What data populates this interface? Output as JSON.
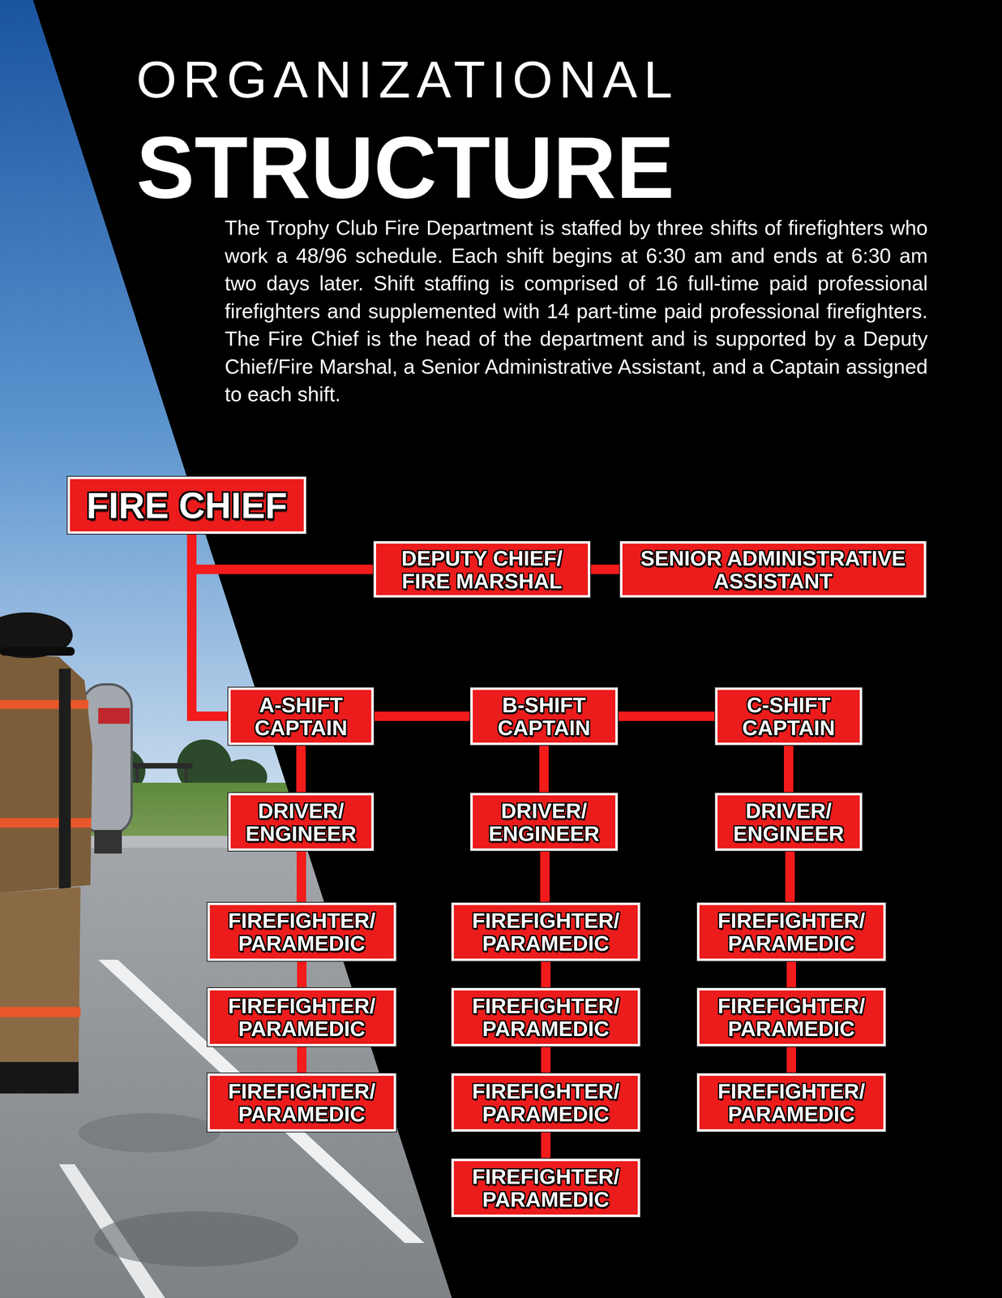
{
  "diagram": {
    "title": "ORGANIZATIONAL STRUCTURE",
    "nodes": [
      {
        "text": [
          "FIRE CHIEF"
        ]
      },
      {
        "text": [
          "DEPUTY CHIEF/ FIRE MARSHAL"
        ]
      },
      {
        "text": [
          "SENIOR ADMINISTRATIVE ASSISTANT"
        ]
      },
      {
        "text": [
          "A-SHIFT CAPTAIN"
        ]
      },
      {
        "text": [
          "B-SHIFT CAPTAIN"
        ]
      },
      {
        "text": [
          "C-SHIFT CAPTAIN"
        ]
      },
      {
        "text": [
          "DRIVER/ ENGINEER"
        ]
      },
      {
        "text": [
          "DRIVER/ ENGINEER"
        ]
      },
      {
        "text": [
          "DRIVER/ ENGINEER"
        ]
      },
      {
        "text": [
          "FIREFIGHTER/ PARAMEDIC"
        ]
      },
      {
        "text": [
          "FIREFIGHTER/ PARAMEDIC"
        ]
      },
      {
        "text": [
          "FIREFIGHTER/ PARAMEDIC"
        ]
      },
      {
        "text": [
          "FIREFIGHTER/ PARAMEDIC"
        ]
      },
      {
        "text": [
          "FIREFIGHTER/ PARAMEDIC"
        ]
      },
      {
        "text": [
          "FIREFIGHTER/ PARAMEDIC"
        ]
      },
      {
        "text": [
          "FIREFIGHTER/ PARAMEDIC"
        ]
      },
      {
        "text": [
          "FIREFIGHTER/ PARAMEDIC"
        ]
      },
      {
        "text": [
          "FIREFIGHTER/ PARAMEDIC"
        ]
      },
      {
        "text": [
          "FIREFIGHTER/ PARAMEDIC"
        ]
      }
    ],
    "edges": [
      {
        "from": 0,
        "to": 1,
        "arrow": "none"
      },
      {
        "from": 1,
        "to": 2,
        "arrow": "none"
      },
      {
        "from": 0,
        "to": 3,
        "arrow": "none"
      },
      {
        "from": 3,
        "to": 4,
        "arrow": "none"
      },
      {
        "from": 4,
        "to": 5,
        "arrow": "none"
      },
      {
        "from": 3,
        "to": 6,
        "arrow": "none"
      },
      {
        "from": 6,
        "to": 9,
        "arrow": "none"
      },
      {
        "from": 9,
        "to": 12,
        "arrow": "none"
      },
      {
        "from": 12,
        "to": 15,
        "arrow": "none"
      },
      {
        "from": 4,
        "to": 7,
        "arrow": "none"
      },
      {
        "from": 7,
        "to": 10,
        "arrow": "none"
      },
      {
        "from": 10,
        "to": 13,
        "arrow": "none"
      },
      {
        "from": 13,
        "to": 16,
        "arrow": "none"
      },
      {
        "from": 16,
        "to": 18,
        "arrow": "none"
      },
      {
        "from": 5,
        "to": 8,
        "arrow": "none"
      },
      {
        "from": 8,
        "to": 11,
        "arrow": "none"
      },
      {
        "from": 11,
        "to": 14,
        "arrow": "none"
      },
      {
        "from": 14,
        "to": 17,
        "arrow": "none"
      }
    ],
    "labels": [
      "The Trophy Club Fire Department is staffed by three shifts of firefighters who work a 48/96 schedule. Each shift begins at 6:30 am and ends at 6:30 am two days later. Shift staffing is comprised of 16 full-time paid professional firefighters and supplemented with 14 part-time paid professional firefighters. The Fire Chief is the head of the department and is supported by a Deputy Chief/Fire Marshal, a Senior Administrative Assistant, and a Captain assigned to each shift."
    ]
  }
}
